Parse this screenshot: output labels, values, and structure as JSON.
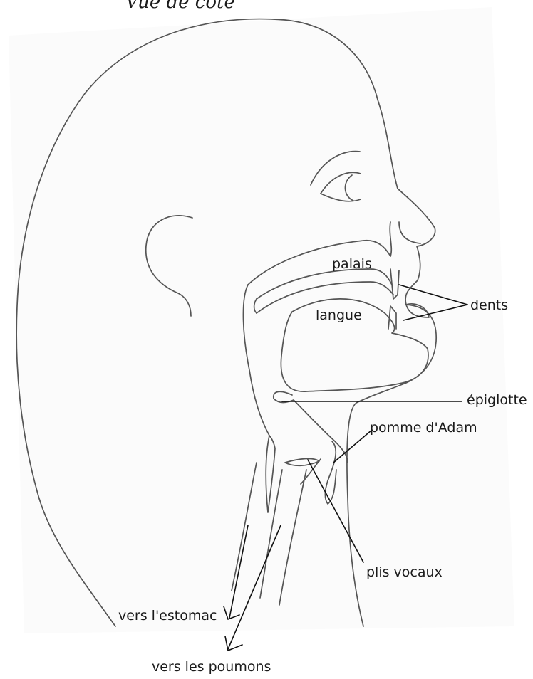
{
  "title": "Vue de côté",
  "labels": {
    "palais": "palais",
    "langue": "langue",
    "dents": "dents",
    "epiglotte": "épiglotte",
    "pomme": "pomme d'Adam",
    "plis": "plis vocaux",
    "estomac": "vers l'estomac",
    "poumons": "vers les poumons"
  },
  "colors": {
    "paper": "#fbfbfb",
    "outline": "#555555",
    "leader": "#111111"
  }
}
